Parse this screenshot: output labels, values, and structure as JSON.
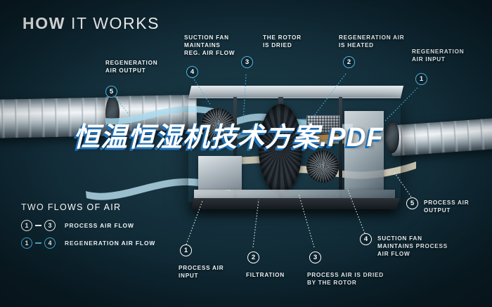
{
  "header": {
    "title_strong": "HOW",
    "title_light": "IT WORKS"
  },
  "watermark": {
    "text": "恒温恒湿机技术方案.PDF"
  },
  "callouts_top": [
    {
      "number": "5",
      "label": "REGENERATION\nAIR OUTPUT",
      "color": "cyan",
      "name": "callout-regeneration-air-output"
    },
    {
      "number": "4",
      "label": "SUCTION FAN\nMAINTAINS\nREG. AIR FLOW",
      "color": "cyan",
      "name": "callout-suction-fan-regeneration"
    },
    {
      "number": "3",
      "label": "THE ROTOR\nIS DRIED",
      "color": "cyan",
      "name": "callout-rotor-is-dried"
    },
    {
      "number": "2",
      "label": "REGENERATION AIR\nIS HEATED",
      "color": "cyan",
      "name": "callout-regeneration-air-heated"
    },
    {
      "number": "1",
      "label": "REGENERATION\nAIR INPUT",
      "color": "cyan",
      "name": "callout-regeneration-air-input"
    }
  ],
  "callouts_bottom": [
    {
      "number": "1",
      "label": "PROCESS AIR\nINPUT",
      "color": "white",
      "name": "callout-process-air-input"
    },
    {
      "number": "2",
      "label": "FILTRATION",
      "color": "white",
      "name": "callout-filtration"
    },
    {
      "number": "3",
      "label": "PROCESS AIR IS DRIED\nBY THE ROTOR",
      "color": "white",
      "name": "callout-process-air-dried"
    },
    {
      "number": "4",
      "label": "SUCTION FAN\nMAINTAINS PROCESS\nAIR FLOW",
      "color": "white",
      "name": "callout-suction-fan-process"
    },
    {
      "number": "5",
      "label": "PROCESS AIR\nOUTPUT",
      "color": "white",
      "name": "callout-process-air-output"
    }
  ],
  "legend": {
    "title": "TWO FLOWS OF AIR",
    "rows": [
      {
        "from": "1",
        "to": "3",
        "label": "PROCESS AIR FLOW",
        "color": "white",
        "name": "legend-process-air-flow"
      },
      {
        "from": "1",
        "to": "4",
        "label": "REGENERATION AIR FLOW",
        "color": "cyan",
        "name": "legend-regeneration-air-flow"
      }
    ]
  },
  "colors": {
    "background_dark": "#0a1d26",
    "background_mid": "#15313d",
    "accent_cyan": "#4fb6dd",
    "ribbon_cyan": "#9fd8ee",
    "ribbon_cream": "#f0e6cd",
    "watermark_outline": "#2a80c8",
    "text_white": "#ffffff"
  }
}
